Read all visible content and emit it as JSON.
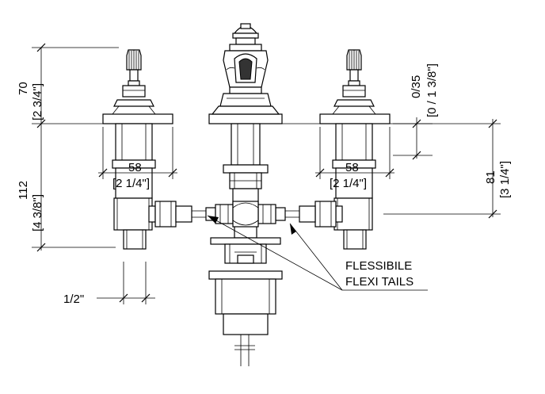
{
  "dimensions": {
    "handle_height": {
      "mm": "70",
      "inch": "[2 3/4\"]"
    },
    "body_height": {
      "mm": "112",
      "inch": "[4 3/8\"]"
    },
    "deck_thickness": {
      "mm": "0/35",
      "inch": "[0 / 1 3/8\"]"
    },
    "spout_offset": {
      "mm": "81",
      "inch": "[3 1/4\"]"
    },
    "left_flange": {
      "mm": "58",
      "inch": "[2 1/4\"]"
    },
    "right_flange": {
      "mm": "58",
      "inch": "[2 1/4\"]"
    },
    "thread_size": "1/2\""
  },
  "labels": {
    "tails_it": "FLESSIBILE",
    "tails_en": "FLEXI TAILS"
  }
}
